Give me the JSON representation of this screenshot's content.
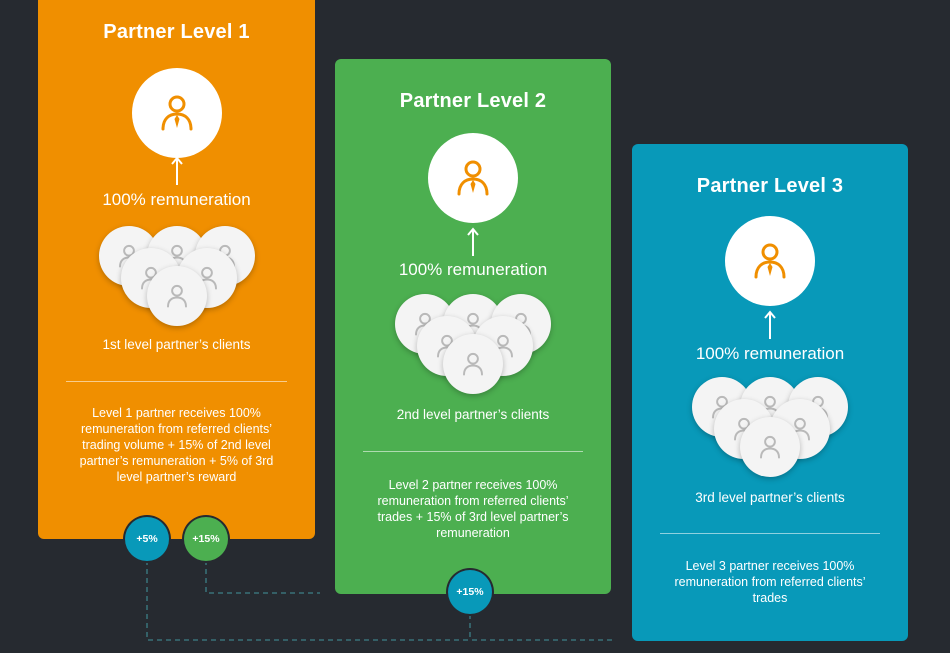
{
  "levels": [
    {
      "title": "Partner Level 1",
      "remuneration": "100% remuneration",
      "clients_label": "1st level partner’s clients",
      "description": "Level 1 partner receives 100% remuneration from referred clients’ trading volume + 15% of 2nd level partner’s remuneration + 5% of 3rd level partner’s reward",
      "color": "#f08f00"
    },
    {
      "title": "Partner Level 2",
      "remuneration": "100% remuneration",
      "clients_label": "2nd level partner’s clients",
      "description": "Level 2 partner receives 100% remuneration from referred clients’ trades + 15% of 3rd level partner’s remuneration",
      "color": "#4caf50"
    },
    {
      "title": "Partner Level 3",
      "remuneration": "100% remuneration",
      "clients_label": "3rd level partner’s clients",
      "description": "Level 3 partner receives 100% remuneration from referred clients’ trades",
      "color": "#0899b9"
    }
  ],
  "badges": {
    "l1_from_l3": "+5%",
    "l1_from_l2": "+15%",
    "l2_from_l3": "+15%"
  },
  "icons": {
    "partner": "partner-person-icon",
    "client": "client-person-icon"
  },
  "colors": {
    "background": "#262a30",
    "partner_icon": "#f08f00",
    "client_icon": "#b9b9b9",
    "connector": "#3d7f86"
  }
}
